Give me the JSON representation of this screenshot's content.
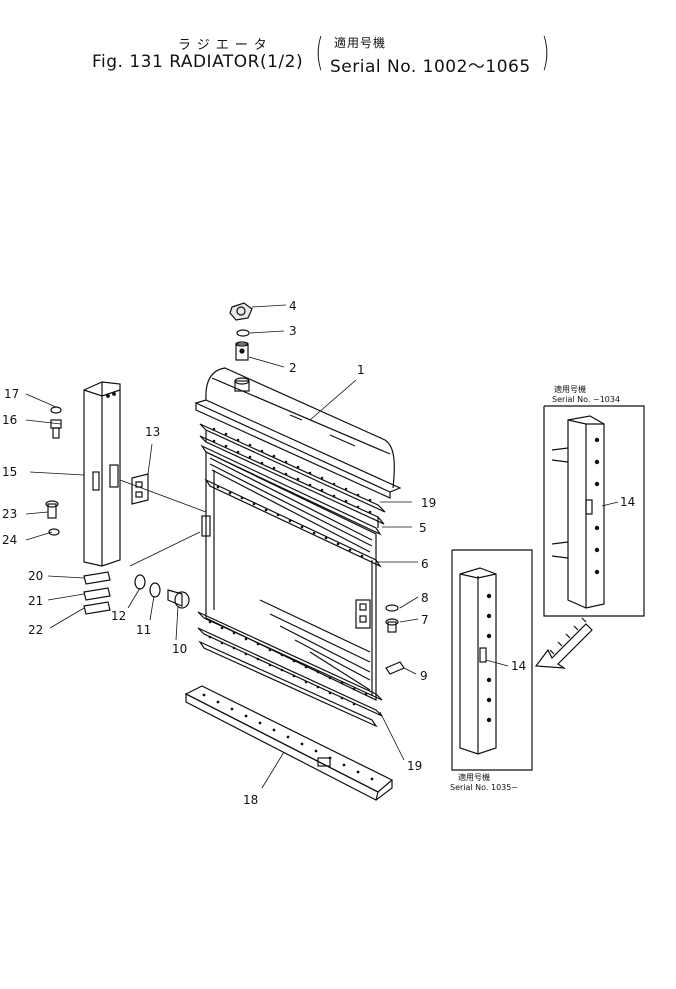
{
  "title": {
    "japanese": "ラジエータ",
    "applicable_jp": "適用号機",
    "figure": "Fig. 131 RADIATOR(1/2)",
    "serial": "Serial No. 1002～1065"
  },
  "callouts": [
    "1",
    "2",
    "3",
    "4",
    "5",
    "6",
    "7",
    "8",
    "9",
    "10",
    "11",
    "12",
    "13",
    "14",
    "14",
    "15",
    "16",
    "17",
    "18",
    "19",
    "19",
    "20",
    "21",
    "22",
    "23",
    "24"
  ],
  "inset_top": {
    "jp": "適用号機",
    "serial": "Serial No. ~1034"
  },
  "inset_bottom": {
    "jp": "適用号機",
    "serial": "Serial No. 1035~"
  }
}
